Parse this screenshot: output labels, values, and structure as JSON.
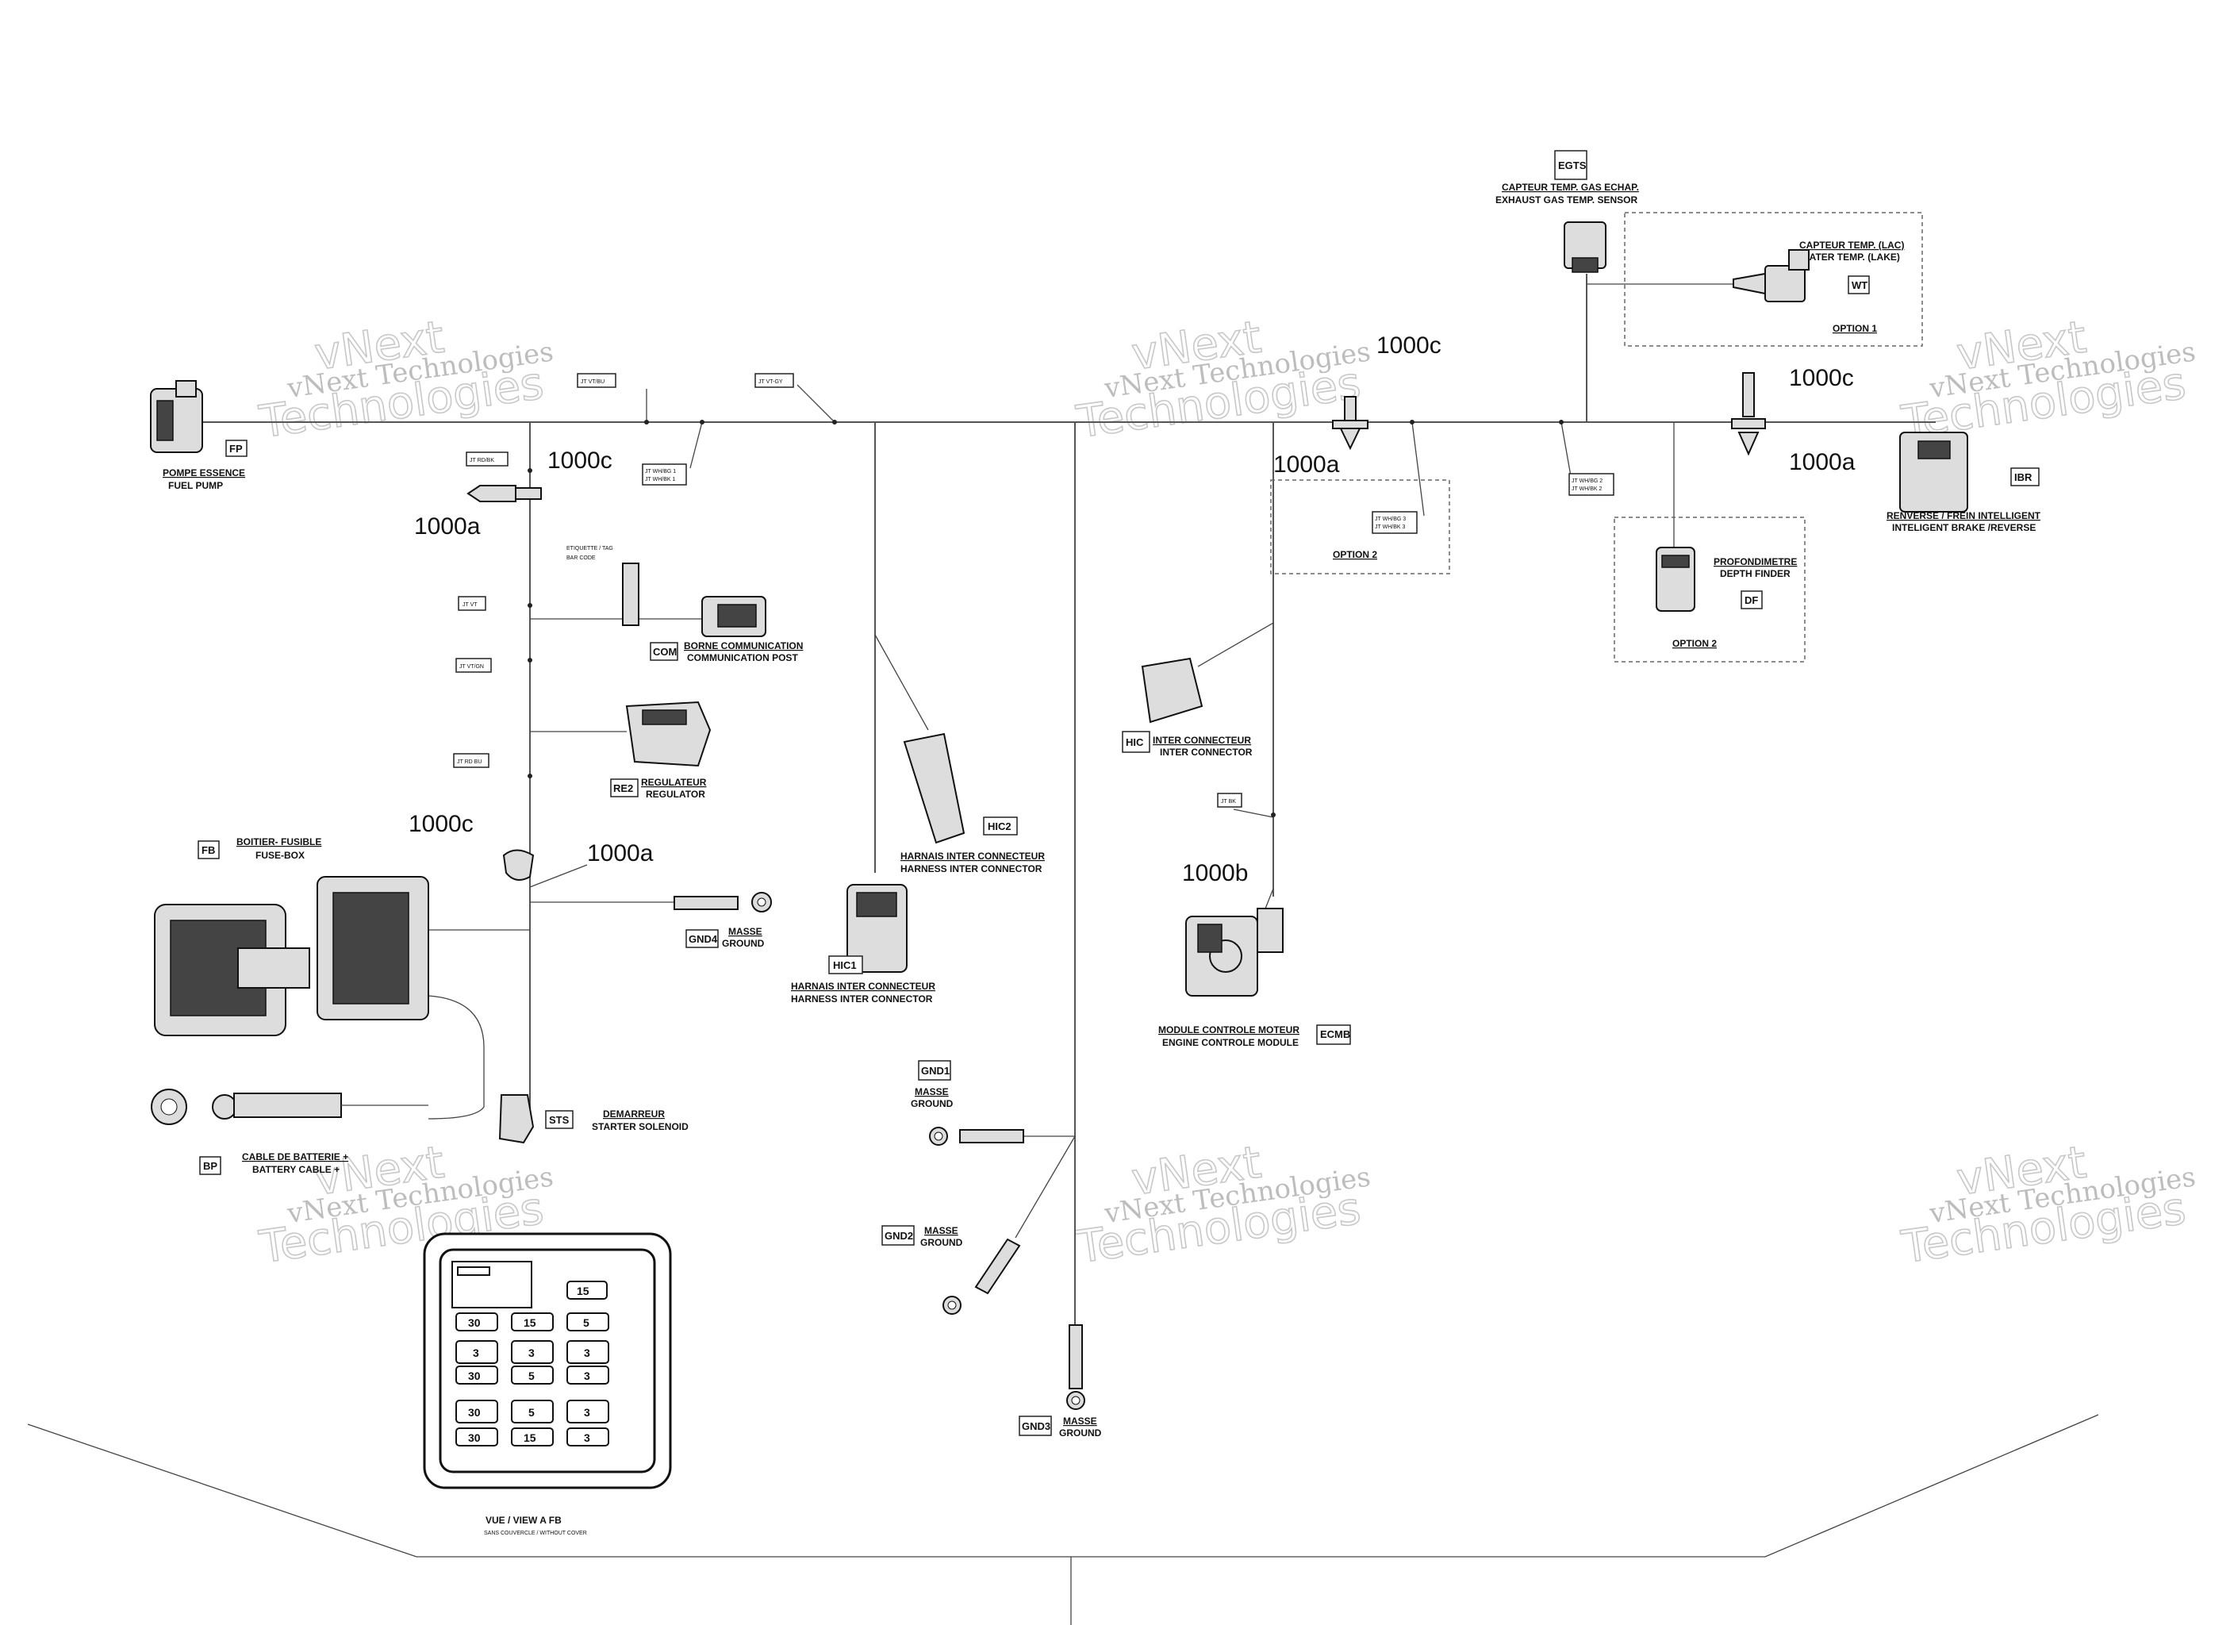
{
  "watermark": {
    "line1": "vNext Technologies",
    "line2": "vNext",
    "line3": "Technologies"
  },
  "labels": {
    "fuel_pump_fr": "POMPE ESSENCE",
    "fuel_pump_en": "FUEL PUMP",
    "fuel_pump_code": "FP",
    "egts_code": "EGTS",
    "egts_fr": "CAPTEUR TEMP. GAS ECHAP.",
    "egts_en": "EXHAUST GAS TEMP. SENSOR",
    "wt_fr": "CAPTEUR TEMP. (LAC)",
    "wt_en": "WATER TEMP. (LAKE)",
    "wt_code": "WT",
    "option1": "OPTION 1",
    "ibr_code": "IBR",
    "ibr_fr": "RENVERSE / FREIN INTELLIGENT",
    "ibr_en": "INTELIGENT BRAKE /REVERSE",
    "df_fr": "PROFONDIMETRE",
    "df_en": "DEPTH FINDER",
    "df_code": "DF",
    "option2_a": "OPTION 2",
    "option2_b": "OPTION 2",
    "label_fr": "ETIQUETTE / TAG",
    "label_en": "BAR CODE",
    "com_code": "COM",
    "com_fr": "BORNE COMMUNICATION",
    "com_en": "COMMUNICATION POST",
    "re2_code": "RE2",
    "re2_fr": "REGULATEUR",
    "re2_en": "REGULATOR",
    "fb_code": "FB",
    "fb_fr": "BOITIER- FUSIBLE",
    "fb_en": "FUSE-BOX",
    "gnd4_code": "GND4",
    "gnd4_fr": "MASSE",
    "gnd4_en": "GROUND",
    "sts_code": "STS",
    "sts_fr": "DEMARREUR",
    "sts_en": "STARTER SOLENOID",
    "bp_code": "BP",
    "bp_fr": "CABLE DE BATTERIE +",
    "bp_en": "BATTERY CABLE +",
    "hic2_code": "HIC2",
    "hic2_fr": "HARNAIS INTER CONNECTEUR",
    "hic2_en": "HARNESS INTER CONNECTOR",
    "hic1_code": "HIC1",
    "hic1_fr": "HARNAIS INTER CONNECTEUR",
    "hic1_en": "HARNESS INTER CONNECTOR",
    "hic_code": "HIC",
    "hic_fr": "INTER CONNECTEUR",
    "hic_en": "INTER CONNECTOR",
    "ecmb_code": "ECMB",
    "ecm_fr": "MODULE CONTROLE MOTEUR",
    "ecm_en": "ENGINE CONTROLE MODULE",
    "gnd1_code": "GND1",
    "gnd1_fr": "MASSE",
    "gnd1_en": "GROUND",
    "gnd2_code": "GND2",
    "gnd2_fr": "MASSE",
    "gnd2_en": "GROUND",
    "gnd3_code": "GND3",
    "gnd3_fr": "MASSE",
    "gnd3_en": "GROUND",
    "view_title": "VUE / VIEW A     FB",
    "view_sub": "SANS COUVERCLE / WITHOUT COVER"
  },
  "refs": {
    "r1000a": "1000a",
    "r1000b": "1000b",
    "r1000c": "1000c"
  },
  "junctions": {
    "jt_vt_bu": "JT VT/BU",
    "jt_vt_gy": "JT VT-GY",
    "jt_rd_bk": "JT RD/BK",
    "jt_wh_bg1": "JT WH/BG 1",
    "jt_wh_bk1": "JT WH/BK 1",
    "jt_vt": "JT VT",
    "jt_vt_gn": "JT VT/GN",
    "jt_rd_bu": "JT RD BU",
    "jt_wh_bg3": "JT WH/BG 3",
    "jt_wh_bk3": "JT WH/BK 3",
    "jt_wh_bg2": "JT WH/BG 2",
    "jt_wh_bk2": "JT WH/BK 2",
    "jt_bk": "JT BK"
  },
  "fusebox": {
    "row1": [
      "15"
    ],
    "row2": [
      "30",
      "15",
      "5"
    ],
    "row3": [
      "3",
      "3",
      "3"
    ],
    "row4": [
      "30",
      "5",
      "3"
    ],
    "row5": [
      "30",
      "5",
      "3"
    ],
    "row6": [
      "30",
      "15",
      "3"
    ]
  }
}
